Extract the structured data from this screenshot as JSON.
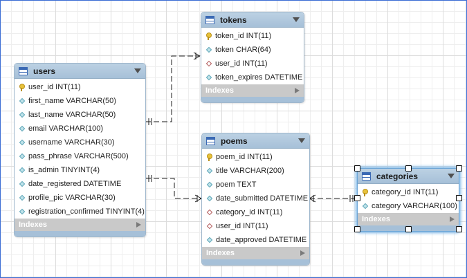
{
  "tables": {
    "users": {
      "title": "users",
      "columns": [
        {
          "label": "user_id INT(11)",
          "icon": "primary-key-icon"
        },
        {
          "label": "first_name VARCHAR(50)",
          "icon": "column-diamond-icon"
        },
        {
          "label": "last_name VARCHAR(50)",
          "icon": "column-diamond-icon"
        },
        {
          "label": "email VARCHAR(100)",
          "icon": "column-diamond-icon"
        },
        {
          "label": "username VARCHAR(30)",
          "icon": "column-diamond-icon"
        },
        {
          "label": "pass_phrase VARCHAR(500)",
          "icon": "column-diamond-icon"
        },
        {
          "label": "is_admin TINYINT(4)",
          "icon": "column-diamond-icon"
        },
        {
          "label": "date_registered DATETIME",
          "icon": "column-diamond-icon"
        },
        {
          "label": "profile_pic VARCHAR(30)",
          "icon": "column-diamond-icon"
        },
        {
          "label": "registration_confirmed TINYINT(4)",
          "icon": "column-diamond-icon"
        }
      ],
      "indexes_label": "Indexes"
    },
    "tokens": {
      "title": "tokens",
      "columns": [
        {
          "label": "token_id INT(11)",
          "icon": "primary-key-icon"
        },
        {
          "label": "token CHAR(64)",
          "icon": "column-diamond-icon"
        },
        {
          "label": "user_id INT(11)",
          "icon": "foreign-key-diamond-icon"
        },
        {
          "label": "token_expires DATETIME",
          "icon": "column-diamond-icon"
        }
      ],
      "indexes_label": "Indexes"
    },
    "poems": {
      "title": "poems",
      "columns": [
        {
          "label": "poem_id INT(11)",
          "icon": "primary-key-icon"
        },
        {
          "label": "title VARCHAR(200)",
          "icon": "column-diamond-icon"
        },
        {
          "label": "poem TEXT",
          "icon": "column-diamond-icon"
        },
        {
          "label": "date_submitted DATETIME",
          "icon": "column-diamond-icon"
        },
        {
          "label": "category_id INT(11)",
          "icon": "foreign-key-diamond-icon"
        },
        {
          "label": "user_id INT(11)",
          "icon": "foreign-key-diamond-icon"
        },
        {
          "label": "date_approved DATETIME",
          "icon": "column-diamond-icon"
        }
      ],
      "indexes_label": "Indexes"
    },
    "categories": {
      "title": "categories",
      "columns": [
        {
          "label": "category_id INT(11)",
          "icon": "primary-key-icon"
        },
        {
          "label": "category VARCHAR(100)",
          "icon": "column-diamond-icon"
        }
      ],
      "indexes_label": "Indexes",
      "selected": true
    }
  },
  "relationships": [
    {
      "from": "users",
      "to": "tokens",
      "type": "one-to-many"
    },
    {
      "from": "users",
      "to": "poems",
      "type": "one-to-many"
    },
    {
      "from": "categories",
      "to": "poems",
      "type": "one-to-many"
    }
  ],
  "colors": {
    "header": "#a6c0d8",
    "grid": "#dcdcdc",
    "indexes_bar": "#c9c9c9",
    "selection_glow": "#7fb8e8",
    "primary_key": "#e8c23a",
    "connector": "#1a1a1a"
  }
}
